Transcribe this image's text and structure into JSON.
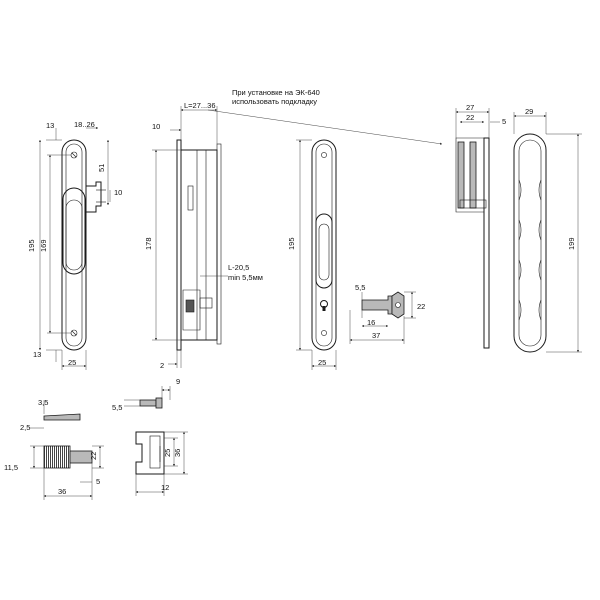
{
  "note": {
    "line1": "При установке на ЭК-640",
    "line2": "использовать подкладку"
  },
  "front_plate": {
    "top_offset": "13",
    "head_width": "18..26",
    "pull_height": "51",
    "pull_depth": "10",
    "overall_height": "195",
    "hole_spacing": "169",
    "bottom_offset": "13",
    "width": "25"
  },
  "side_view": {
    "plate_depth": "10",
    "body_depth_L": "L=27...36",
    "body_height": "178",
    "hook_note_1": "L-20,5",
    "hook_note_2": "min 5,5мм",
    "plate_thickness": "2"
  },
  "rear_plate": {
    "overall_height": "195",
    "width": "25"
  },
  "key": {
    "head_height": "5,5",
    "blade_length": "16",
    "overall_length": "37",
    "bow_width": "22"
  },
  "spacer": {
    "total_width": "27",
    "inner_width": "22",
    "lip": "5"
  },
  "pad": {
    "width": "29",
    "height": "199"
  },
  "pin_detail": {
    "head": "3,5",
    "collar": "2,5",
    "stem": "11,5",
    "height": "22",
    "length": "36",
    "tip": "5"
  },
  "screw_detail": {
    "length": "9",
    "diameter": "5,5"
  },
  "bracket_detail": {
    "inner": "25",
    "outer": "36",
    "width": "12"
  }
}
